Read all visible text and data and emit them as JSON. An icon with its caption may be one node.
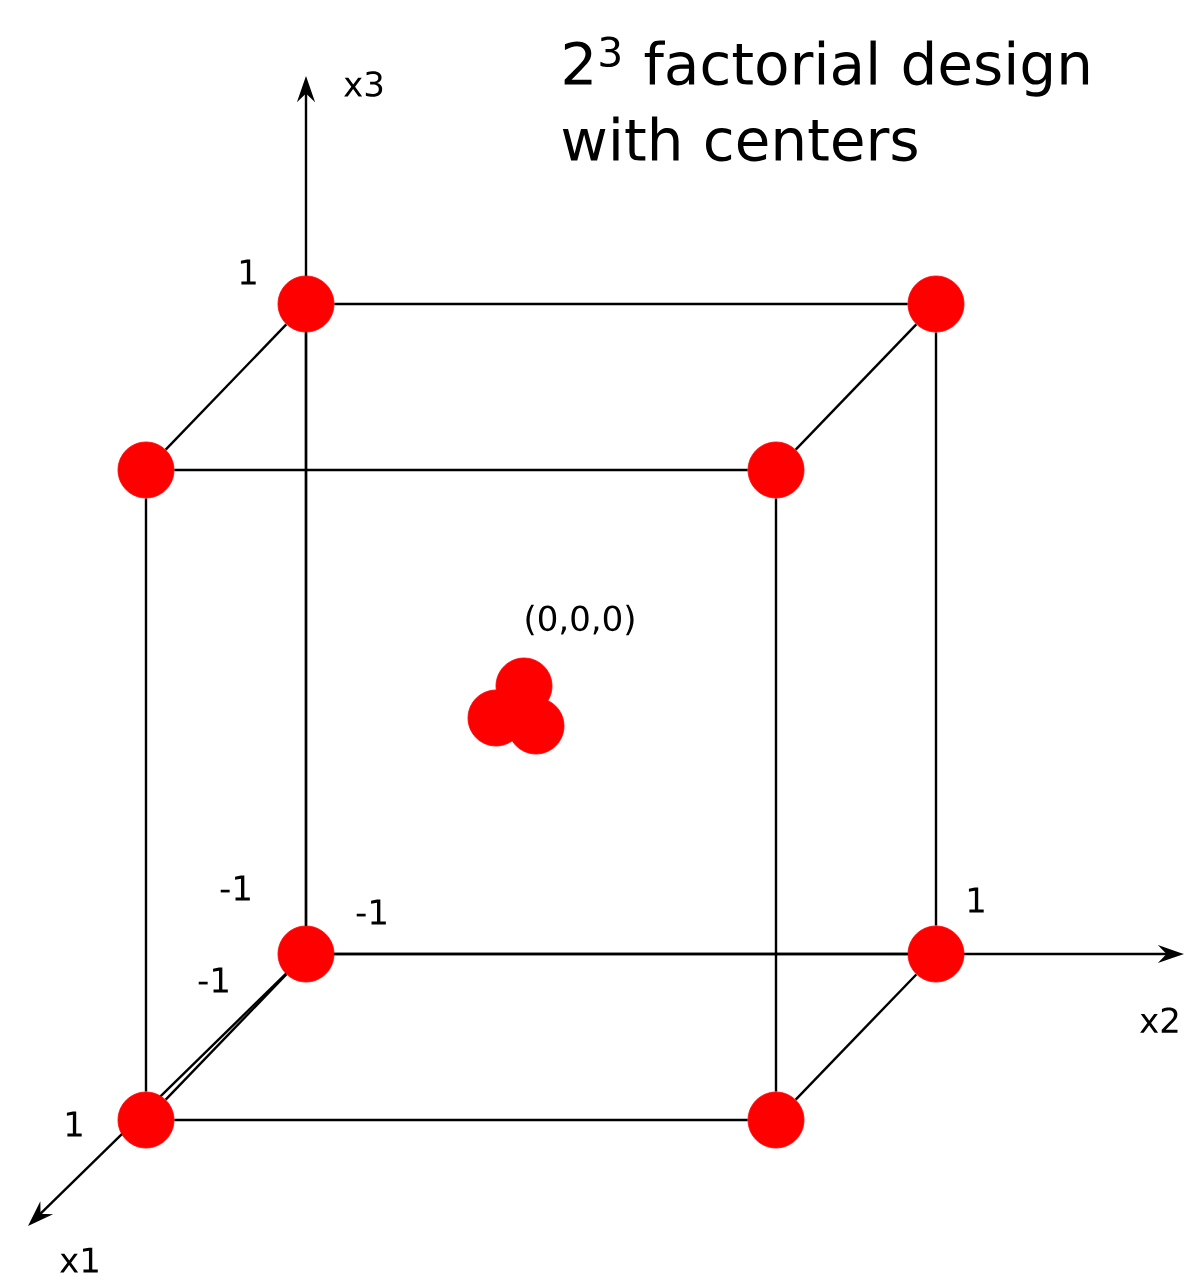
{
  "diagram": {
    "title": "2$^{3}$ factorial design with centers",
    "nodes": [
      {
        "text": [],
        "shape": "circle"
      },
      {
        "text": [],
        "shape": "circle"
      },
      {
        "text": [],
        "shape": "circle"
      },
      {
        "text": [],
        "shape": "circle"
      },
      {
        "text": [],
        "shape": "circle",
        "beside": [
          "(0,0,0)"
        ]
      },
      {
        "text": [],
        "shape": "circle"
      },
      {
        "text": [],
        "shape": "circle"
      },
      {
        "text": [],
        "shape": "circle"
      },
      {
        "text": [],
        "shape": "circle"
      },
      {
        "text": [],
        "shape": "circle"
      },
      {
        "text": [],
        "shape": "circle"
      }
    ],
    "edges": [
      {
        "from": 0,
        "to": 1,
        "arrow": "none"
      },
      {
        "from": 0,
        "to": 2,
        "arrow": "none"
      },
      {
        "from": 1,
        "to": 3,
        "arrow": "none"
      },
      {
        "from": 2,
        "to": 3,
        "arrow": "none"
      },
      {
        "from": 0,
        "to": 7,
        "arrow": "none"
      },
      {
        "from": 1,
        "to": 8,
        "arrow": "none"
      },
      {
        "from": 2,
        "to": 9,
        "arrow": "none"
      },
      {
        "from": 3,
        "to": 10,
        "arrow": "none"
      },
      {
        "from": 7,
        "to": 8,
        "arrow": "none"
      },
      {
        "from": 7,
        "to": 9,
        "arrow": "none"
      },
      {
        "from": 8,
        "to": 10,
        "arrow": "none"
      },
      {
        "from": 9,
        "to": 10,
        "arrow": "none"
      }
    ],
    "labels": [
      "x3",
      "1",
      "-1",
      "-1",
      "-1",
      "1",
      "x2",
      "1",
      "x1"
    ]
  }
}
